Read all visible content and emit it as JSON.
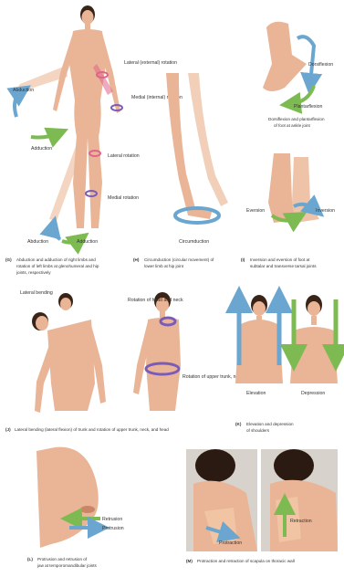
{
  "colors": {
    "skin": "#e9b596",
    "skin_dark": "#c98566",
    "hair": "#3a2418",
    "arrow_blue": "#6aa6cf",
    "arrow_green": "#7dbb52",
    "arrow_purple": "#7b5bb8",
    "arrow_pink": "#e0648a",
    "photo_bg": "#d7d2cc"
  },
  "panel_g": {
    "label_abduction_top": "Abduction",
    "label_adduction_top": "Adduction",
    "label_lateral_rotation_top": "Lateral (external) rotation",
    "label_medial_rotation_top": "Medial (internal) rotation",
    "label_lateral_rotation_bottom": "Lateral rotation",
    "label_medial_rotation_bottom": "Medial rotation",
    "label_abduction_bottom": "Abduction",
    "label_adduction_bottom": "Adduction",
    "caption_letter": "(G)",
    "caption_line1": "Abduction and adduction of right limbs and",
    "caption_line2": "rotation of left limbs at glenohumeral and hip",
    "caption_line3": "joints, respectively"
  },
  "panel_h": {
    "label": "Circumduction",
    "caption_letter": "(H)",
    "caption_line1": "Circumduction (circular movement) of",
    "caption_line2": "lower limb at hip joint"
  },
  "panel_i": {
    "label_dorsiflexion": "Dorsiflexion",
    "label_plantarflexion": "Plantarflexion",
    "sub_line1": "Dorsiflexion and plantarflexion",
    "sub_line2": "of foot at ankle joint",
    "label_eversion": "Eversion",
    "label_inversion": "Inversion",
    "caption_letter": "(I)",
    "caption_line1": "Inversion and eversion of foot at",
    "caption_line2": "subtalar and transverse tarsal joints"
  },
  "panel_j": {
    "label_lateral_bending": "Lateral bending",
    "label_rotation_head": "Rotation of head and neck",
    "label_rotation_trunk": "Rotation of upper trunk, neck, and head",
    "caption_letter": "(J)",
    "caption_line1": "Lateral bending (lateral flexion) of trunk and rotation of upper trunk, neck, and head"
  },
  "panel_k": {
    "label_elevation": "Elevation",
    "label_depression": "Depression",
    "caption_letter": "(K)",
    "caption_line1": "Elevation and depression",
    "caption_line2": "of shoulders"
  },
  "panel_l": {
    "label_retrusion": "Retrusion",
    "label_protrusion": "Protrusion",
    "caption_letter": "(L)",
    "caption_line1": "Protrusion and retrusion of",
    "caption_line2": "jaw at temporomandibular joints"
  },
  "panel_m": {
    "label_protraction": "Protraction",
    "label_retraction": "Retraction",
    "caption_letter": "(M)",
    "caption_line1": "Protraction and retraction of scapula on thoracic wall"
  }
}
